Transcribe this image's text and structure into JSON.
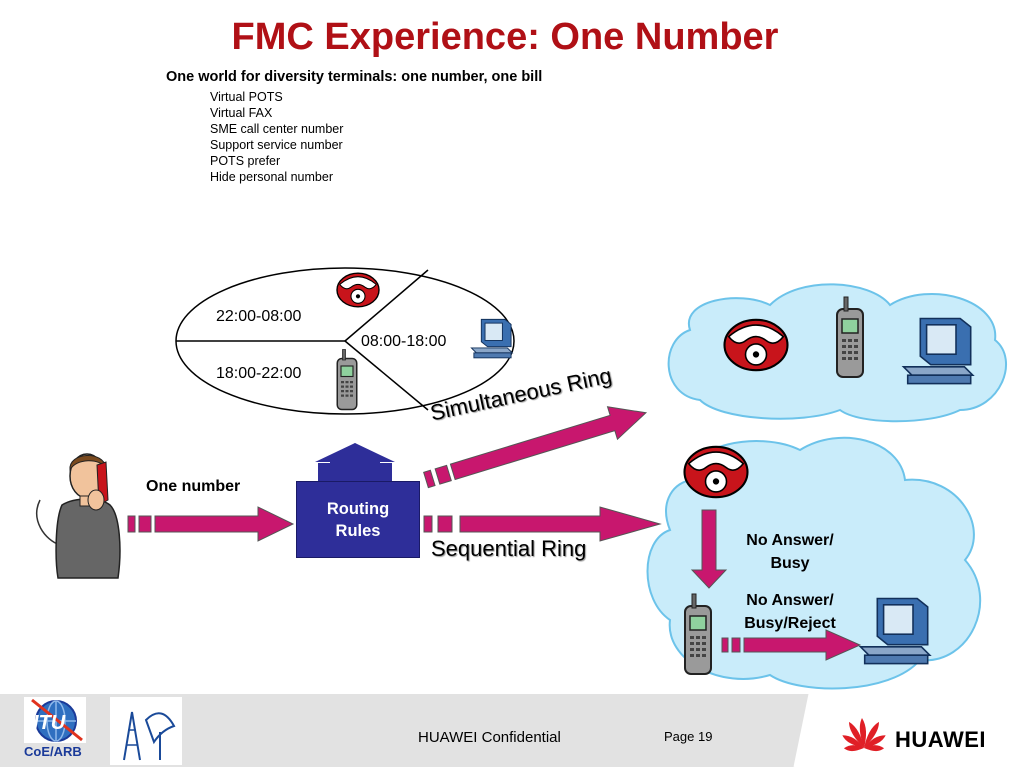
{
  "slide": {
    "title": "FMC Experience: One Number",
    "subtitle": "One world for diversity terminals: one number, one bill",
    "bullets": [
      "Virtual POTS",
      "Virtual FAX",
      "SME call center number",
      "Support service number",
      "POTS prefer",
      "Hide personal number"
    ]
  },
  "diagram": {
    "time_slots": [
      "22:00-08:00",
      "08:00-18:00",
      "18:00-22:00"
    ],
    "one_number_label": "One number",
    "routing_rules": [
      "Routing",
      "Rules"
    ],
    "simultaneous_ring": "Simultaneous Ring",
    "sequential_ring": "Sequential Ring",
    "no_answer_busy": [
      "No Answer/",
      "Busy"
    ],
    "no_answer_busy_reject": [
      "No Answer/",
      "Busy/Reject"
    ]
  },
  "footer": {
    "confidential": "HUAWEI Confidential",
    "page": "Page 19",
    "itu_label": "CoE/ARB",
    "itu_logo_text": "ITU",
    "brand": "HUAWEI"
  },
  "colors": {
    "title": "#b01016",
    "arrow": "#c8176e",
    "routing_box": "#2e2e99",
    "cloud": "#c9ecfa"
  },
  "icons": [
    "phone-icon",
    "mobile-phone-icon",
    "computer-icon",
    "person-on-phone-icon",
    "itu-logo-icon",
    "antenna-icon",
    "huawei-logo-icon"
  ]
}
